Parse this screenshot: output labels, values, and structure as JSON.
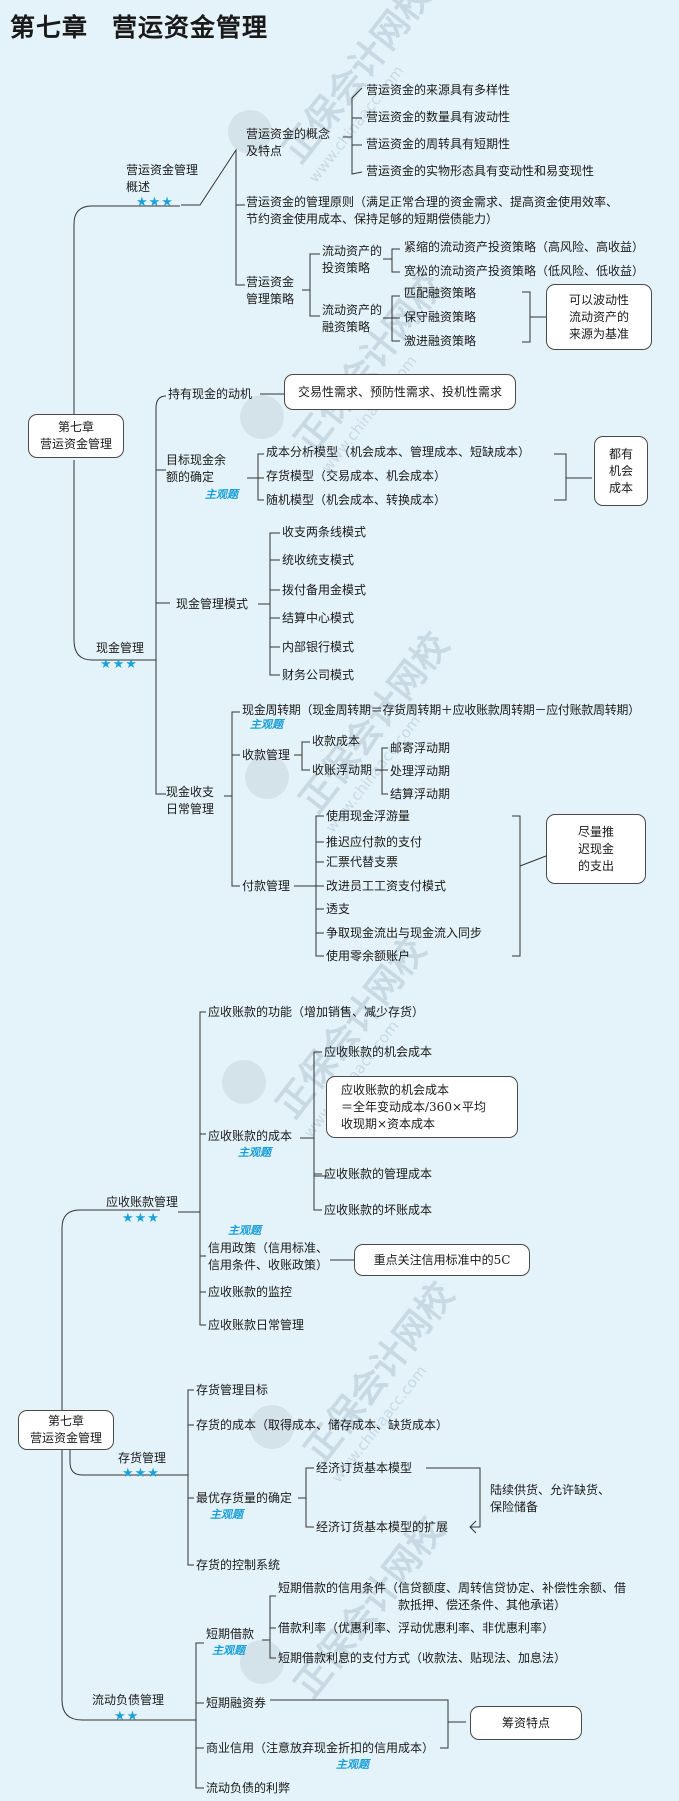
{
  "title": {
    "chapter": "第七章",
    "name": "营运资金管理"
  },
  "tags": {
    "main": "主观题"
  },
  "root1": {
    "line1": "第七章",
    "line2": "营运资金管理"
  },
  "root2": {
    "line1": "第七章",
    "line2": "营运资金管理"
  },
  "overview": {
    "label_l1": "营运资金管理",
    "label_l2": "概述",
    "stars": "★★★",
    "concept_l1": "营运资金的概念",
    "concept_l2": "及特点",
    "concept_items": [
      "营运资金的来源具有多样性",
      "营运资金的数量具有波动性",
      "营运资金的周转具有短期性",
      "营运资金的实物形态具有变动性和易变现性"
    ],
    "principle_l1": "营运资金的管理原则（满足正常合理的资金需求、提高资金使用效率、",
    "principle_l2": "节约资金使用成本、保持足够的短期偿债能力）",
    "strategy_l1": "营运资金",
    "strategy_l2": "管理策略",
    "invest_l1": "流动资产的",
    "invest_l2": "投资策略",
    "invest_items": [
      "紧缩的流动资产投资策略（高风险、高收益）",
      "宽松的流动资产投资策略（低风险、低收益）"
    ],
    "finance_l1": "流动资产的",
    "finance_l2": "融资策略",
    "finance_items": [
      "匹配融资策略",
      "保守融资策略",
      "激进融资策略"
    ],
    "finance_note": [
      "可以波动性",
      "流动资产的",
      "来源为基准"
    ]
  },
  "cash": {
    "label": "现金管理",
    "stars": "★★★",
    "motive": "持有现金的动机",
    "motive_note": "交易性需求、预防性需求、投机性需求",
    "target_l1": "目标现金余",
    "target_l2": "额的确定",
    "target_items": [
      "成本分析模型（机会成本、管理成本、短缺成本）",
      "存货模型（交易成本、机会成本）",
      "随机模型（机会成本、转换成本）"
    ],
    "target_note": [
      "都有",
      "机会",
      "成本"
    ],
    "mode": "现金管理模式",
    "mode_items": [
      "收支两条线模式",
      "统收统支模式",
      "拨付备用金模式",
      "结算中心模式",
      "内部银行模式",
      "财务公司模式"
    ],
    "daily_l1": "现金收支",
    "daily_l2": "日常管理",
    "cycle": "现金周转期（现金周转期＝存货周转期＋应收账款周转期－应付账款周转期）",
    "collect": "收款管理",
    "collect_cost": "收款成本",
    "collect_float": "收账浮动期",
    "float_items": [
      "邮寄浮动期",
      "处理浮动期",
      "结算浮动期"
    ],
    "pay": "付款管理",
    "pay_items": [
      "使用现金浮游量",
      "推迟应付款的支付",
      "汇票代替支票",
      "改进员工工资支付模式",
      "透支",
      "争取现金流出与现金流入同步",
      "使用零余额账户"
    ],
    "pay_note": [
      "尽量推",
      "迟现金",
      "的支出"
    ]
  },
  "receivable": {
    "label": "应收账款管理",
    "stars": "★★★",
    "function": "应收账款的功能（增加销售、减少存货）",
    "cost": "应收账款的成本",
    "cost_items": [
      "应收账款的机会成本",
      "应收账款的管理成本",
      "应收账款的坏账成本"
    ],
    "formula": [
      "应收账款的机会成本",
      "＝全年变动成本/360×平均",
      "收现期×资本成本"
    ],
    "policy_l1": "信用政策（信用标准、",
    "policy_l2": "信用条件、收账政策）",
    "policy_note": "重点关注信用标准中的5C",
    "monitor": "应收账款的监控",
    "daily": "应收账款日常管理"
  },
  "inventory": {
    "label": "存货管理",
    "stars": "★★★",
    "goal": "存货管理目标",
    "cost": "存货的成本（取得成本、储存成本、缺货成本）",
    "optimal": "最优存货量的确定",
    "eoq": "经济订货基本模型",
    "eoq_ext": "经济订货基本模型的扩展",
    "ext_note": [
      "陆续供货、允许缺货、",
      "保险储备"
    ],
    "control": "存货的控制系统"
  },
  "liability": {
    "label": "流动负债管理",
    "stars": "★★",
    "loan": "短期借款",
    "loan_terms_l1": "短期借款的信用条件（信贷额度、周转信贷协定、补偿性余额、借",
    "loan_terms_l2": "款抵押、偿还条件、其他承诺）",
    "loan_rate": "借款利率（优惠利率、浮动优惠利率、非优惠利率）",
    "loan_pay": "短期借款利息的支付方式（收款法、贴现法、加息法）",
    "bill": "短期融资券",
    "credit": "商业信用（注意放弃现金折扣的信用成本）",
    "pros_cons": "流动负债的利弊",
    "note": "筹资特点"
  },
  "watermark": {
    "cn": "正保会计网校",
    "url": "www.chinaacc.com"
  }
}
